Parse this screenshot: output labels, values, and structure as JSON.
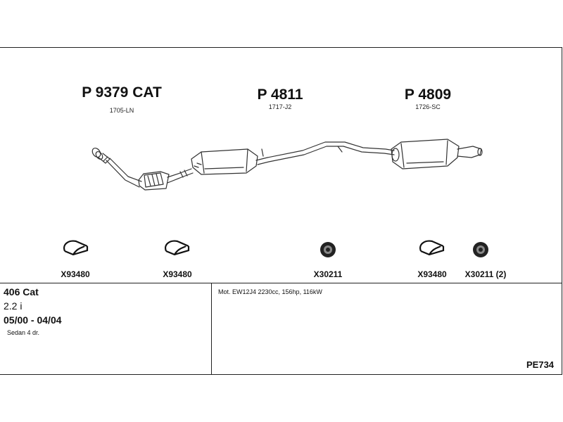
{
  "parts": [
    {
      "code": "P 9379 CAT",
      "ref": "1705-LN"
    },
    {
      "code": "P 4811",
      "ref": "1717-J2"
    },
    {
      "code": "P 4809",
      "ref": "1726-SC"
    }
  ],
  "accessories": [
    {
      "label": "X93480",
      "icon": "clamp-icon"
    },
    {
      "label": "X93480",
      "icon": "clamp-icon"
    },
    {
      "label": "X30211",
      "icon": "rubber-mount-icon"
    },
    {
      "label": "X93480",
      "icon": "clamp-icon"
    },
    {
      "label": "X30211 (2)",
      "icon": "rubber-mount-icon"
    }
  ],
  "vehicle": {
    "model": "406 Cat",
    "engine_size": "2.2 i",
    "period": "05/00 - 04/04",
    "body": "Sedan 4 dr."
  },
  "motor": "Mot. EW12J4 2230cc, 156hp, 116kW",
  "kit_code": "PE734"
}
